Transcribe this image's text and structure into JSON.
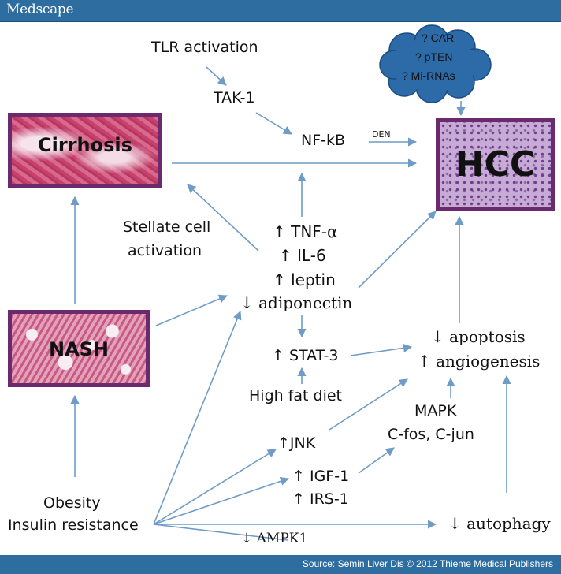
{
  "header": {
    "brand": "Medscape"
  },
  "footer": {
    "source": "Source: Semin Liver Dis © 2012 Thieme Medical Publishers"
  },
  "boxes": {
    "cirrhosis": "Cirrhosis",
    "nash": "NASH",
    "hcc": "HCC"
  },
  "cloud": {
    "line1": "? CAR",
    "line2": "? pTEN",
    "line3": "? Mi-RNAs"
  },
  "nodes": {
    "tlr_activation": "TLR activation",
    "tak1": "TAK-1",
    "nfkb": "NF-kB",
    "den": "DEN",
    "stellate_line1": "Stellate cell",
    "stellate_line2": "activation",
    "tnf": "↑ TNF-α",
    "il6": "↑ IL-6",
    "leptin": "↑ leptin",
    "adiponectin": "↓ adiponectin",
    "stat3": "↑ STAT-3",
    "high_fat_diet": "High fat diet",
    "apoptosis": "↓ apoptosis",
    "angiogenesis": "↑ angiogenesis",
    "mapk": "MAPK",
    "cfos": "C-fos, C-jun",
    "jnk": "↑JNK",
    "igf1": "↑ IGF-1",
    "irs1": "↑ IRS-1",
    "obesity": "Obesity",
    "insulin_resistance": "Insulin resistance",
    "autophagy": "↓ autophagy",
    "ampk1": "↓ AMPK1"
  },
  "colors": {
    "arrow": "#6f9cc6",
    "frame": "#6b2a6e",
    "bar": "#2d6d9f",
    "cloud": "#2c6aa8"
  }
}
